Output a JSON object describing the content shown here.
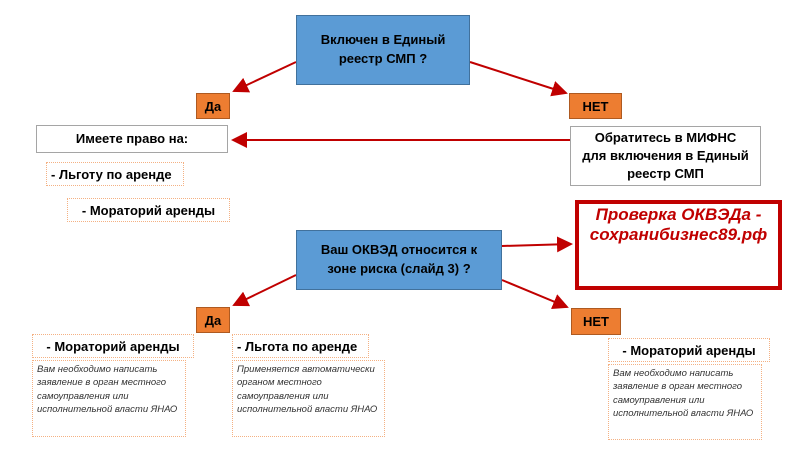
{
  "top_question": "Включен в Единый реестр СМП ?",
  "yes1": "Да",
  "no1": "НЕТ",
  "rights_label": "Имеете право на:",
  "contact_fns": "Обратитесь в МИФНС для включения в Единый реестр СМП",
  "benefit1": "- Льготу по аренде",
  "benefit2": "-   Мораторий аренды",
  "check_okved": "Проверка ОКВЭДа - сохранибизнес89.рф",
  "second_question": "Ваш ОКВЭД относится к зоне риска (слайд 3) ?",
  "yes2": "Да",
  "no2": "НЕТ",
  "bottom_left": {
    "title": "-   Мораторий аренды",
    "desc": "Вам необходимо написать заявление в орган местного самоуправления или исполнительной власти ЯНАО"
  },
  "bottom_mid": {
    "title": "- Льгота по аренде",
    "desc": "Применяется автоматически органом местного самоуправления или исполнительной власти ЯНАО"
  },
  "bottom_right": {
    "title": "-   Мораторий аренды",
    "desc": "Вам необходимо написать заявление в орган местного самоуправления или исполнительной власти ЯНАО"
  },
  "colors": {
    "blue": "#5B9BD5",
    "orange": "#ED7D31",
    "red": "#C00000"
  }
}
